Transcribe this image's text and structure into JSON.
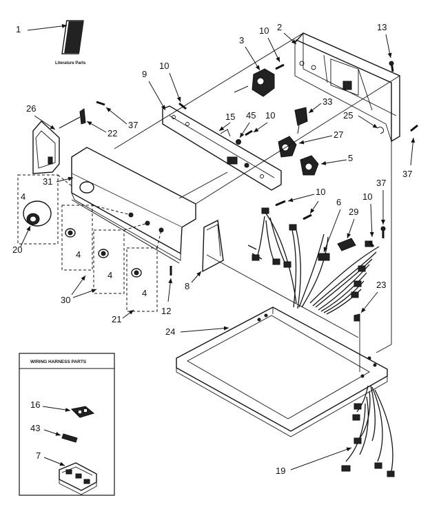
{
  "callouts": {
    "c1": "1",
    "c2": "2",
    "c3": "3",
    "c4a": "4",
    "c4b": "4",
    "c4c": "4",
    "c4d": "4",
    "c5": "5",
    "c6": "6",
    "c7": "7",
    "c8": "8",
    "c9": "9",
    "c10a": "10",
    "c10b": "10",
    "c10c": "10",
    "c10d": "10",
    "c10e": "10",
    "c12": "12",
    "c13": "13",
    "c15": "15",
    "c16": "16",
    "c19": "19",
    "c20": "20",
    "c21": "21",
    "c22": "22",
    "c23": "23",
    "c24": "24",
    "c25": "25",
    "c26": "26",
    "c27": "27",
    "c29": "29",
    "c30": "30",
    "c31": "31",
    "c33": "33",
    "c37a": "37",
    "c37b": "37",
    "c37c": "37",
    "c43": "43",
    "c45": "45"
  },
  "literature_label": "Literature Parts",
  "harness_box": {
    "title": "WIRING HARNESS PARTS"
  }
}
